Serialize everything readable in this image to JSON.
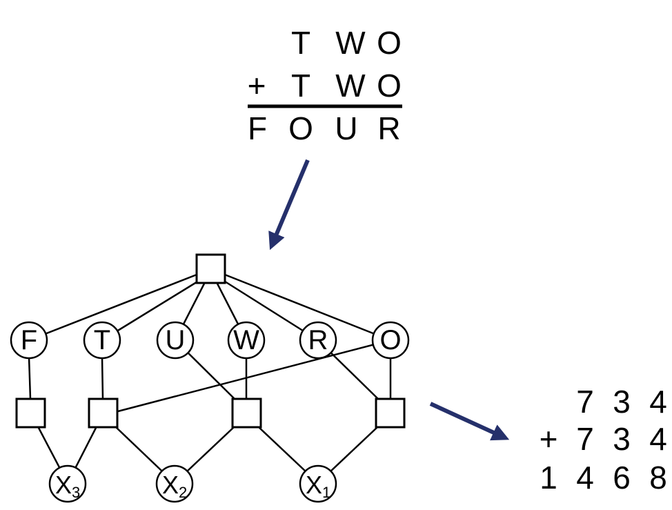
{
  "colors": {
    "ink": "#000000",
    "arrow": "#25306b",
    "background": "#ffffff"
  },
  "puzzle": {
    "row1": [
      "T",
      "W",
      "O"
    ],
    "operator": "+",
    "row2": [
      "T",
      "W",
      "O"
    ],
    "result": [
      "F",
      "O",
      "U",
      "R"
    ]
  },
  "graph": {
    "variables": [
      "F",
      "T",
      "U",
      "W",
      "R",
      "O"
    ],
    "aux_variables": [
      {
        "base": "X",
        "sub": "3"
      },
      {
        "base": "X",
        "sub": "2"
      },
      {
        "base": "X",
        "sub": "1"
      }
    ]
  },
  "solution": {
    "row1": [
      "7",
      "3",
      "4"
    ],
    "operator": "+",
    "row2": [
      "7",
      "3",
      "4"
    ],
    "result": [
      "1",
      "4",
      "6",
      "8"
    ]
  }
}
